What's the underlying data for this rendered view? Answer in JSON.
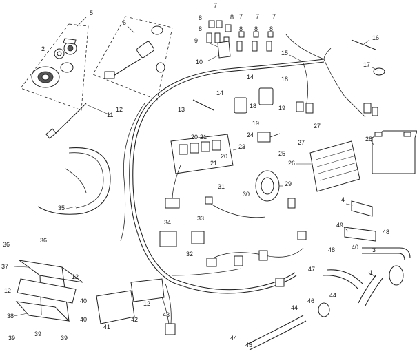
{
  "colors": {
    "ink": "#222222",
    "background": "#ffffff"
  },
  "callouts": [
    {
      "id": "c1",
      "text": "1"
    },
    {
      "id": "c2",
      "text": "2"
    },
    {
      "id": "c3",
      "text": "3"
    },
    {
      "id": "c4",
      "text": "4"
    },
    {
      "id": "c5",
      "text": "5"
    },
    {
      "id": "c6",
      "text": "6"
    },
    {
      "id": "c7a",
      "text": "7"
    },
    {
      "id": "c7b",
      "text": "7"
    },
    {
      "id": "c7c",
      "text": "7"
    },
    {
      "id": "c7d",
      "text": "7"
    },
    {
      "id": "c8a",
      "text": "8"
    },
    {
      "id": "c8b",
      "text": "8"
    },
    {
      "id": "c8c",
      "text": "8"
    },
    {
      "id": "c8d",
      "text": "8"
    },
    {
      "id": "c8e",
      "text": "8"
    },
    {
      "id": "c8f",
      "text": "8"
    },
    {
      "id": "c9",
      "text": "9"
    },
    {
      "id": "c10",
      "text": "10"
    },
    {
      "id": "c11",
      "text": "11"
    },
    {
      "id": "c12a",
      "text": "12"
    },
    {
      "id": "c12b",
      "text": "12"
    },
    {
      "id": "c12c",
      "text": "12"
    },
    {
      "id": "c12d",
      "text": "12"
    },
    {
      "id": "c13",
      "text": "13"
    },
    {
      "id": "c14a",
      "text": "14"
    },
    {
      "id": "c14b",
      "text": "14"
    },
    {
      "id": "c15",
      "text": "15"
    },
    {
      "id": "c16",
      "text": "16"
    },
    {
      "id": "c17",
      "text": "17"
    },
    {
      "id": "c18a",
      "text": "18"
    },
    {
      "id": "c18b",
      "text": "18"
    },
    {
      "id": "c19a",
      "text": "19"
    },
    {
      "id": "c19b",
      "text": "19"
    },
    {
      "id": "c20a",
      "text": "20"
    },
    {
      "id": "c20b",
      "text": "20"
    },
    {
      "id": "c21a",
      "text": "21"
    },
    {
      "id": "c21b",
      "text": "21"
    },
    {
      "id": "c23",
      "text": "23"
    },
    {
      "id": "c24",
      "text": "24"
    },
    {
      "id": "c25",
      "text": "25"
    },
    {
      "id": "c26",
      "text": "26"
    },
    {
      "id": "c27a",
      "text": "27"
    },
    {
      "id": "c27b",
      "text": "27"
    },
    {
      "id": "c28",
      "text": "28"
    },
    {
      "id": "c29",
      "text": "29"
    },
    {
      "id": "c30",
      "text": "30"
    },
    {
      "id": "c31",
      "text": "31"
    },
    {
      "id": "c32",
      "text": "32"
    },
    {
      "id": "c33",
      "text": "33"
    },
    {
      "id": "c34",
      "text": "34"
    },
    {
      "id": "c35",
      "text": "35"
    },
    {
      "id": "c36a",
      "text": "36"
    },
    {
      "id": "c36b",
      "text": "36"
    },
    {
      "id": "c37",
      "text": "37"
    },
    {
      "id": "c38",
      "text": "38"
    },
    {
      "id": "c39a",
      "text": "39"
    },
    {
      "id": "c39b",
      "text": "39"
    },
    {
      "id": "c39c",
      "text": "39"
    },
    {
      "id": "c40a",
      "text": "40"
    },
    {
      "id": "c40b",
      "text": "40"
    },
    {
      "id": "c40c",
      "text": "40"
    },
    {
      "id": "c41",
      "text": "41"
    },
    {
      "id": "c42",
      "text": "42"
    },
    {
      "id": "c43",
      "text": "43"
    },
    {
      "id": "c44a",
      "text": "44"
    },
    {
      "id": "c44b",
      "text": "44"
    },
    {
      "id": "c44c",
      "text": "44"
    },
    {
      "id": "c45",
      "text": "45"
    },
    {
      "id": "c46",
      "text": "46"
    },
    {
      "id": "c47",
      "text": "47"
    },
    {
      "id": "c48a",
      "text": "48"
    },
    {
      "id": "c48b",
      "text": "48"
    },
    {
      "id": "c49",
      "text": "49"
    }
  ]
}
